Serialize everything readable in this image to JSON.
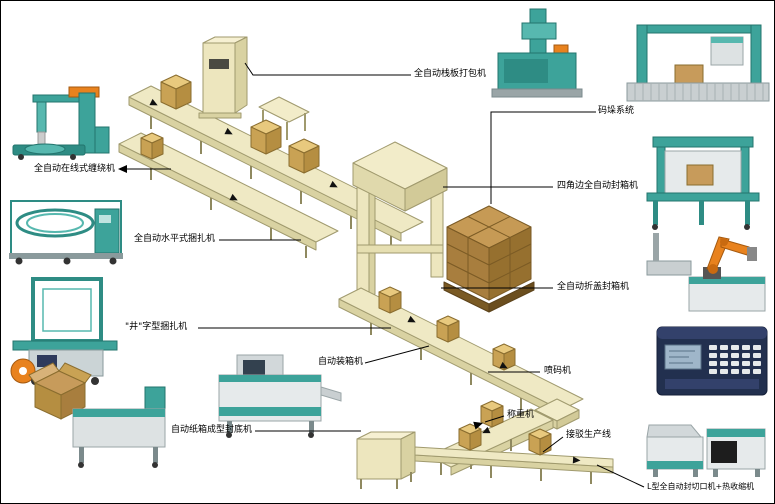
{
  "labels": {
    "inline_wrapper": "全自动在线式缠绕机",
    "horizontal_strapper": "全自动水平式捆扎机",
    "well_type_strapper": "\"井\"字型捆扎机",
    "auto_case_packer": "自动装箱机",
    "carton_former_sealer": "自动纸箱成型封底机",
    "pallet_strapping": "全自动栈板打包机",
    "palletizing_system": "码垛系统",
    "four_corner_sealer": "四角边全自动封箱机",
    "flap_fold_sealer": "全自动折盖封箱机",
    "inkjet_printer": "喷码机",
    "weighing_machine": "称重机",
    "connecting_line": "接驳生产线",
    "l_type_sealer_shrink": "L型全自动封切口机+热收缩机"
  },
  "colors": {
    "machine_teal": "#3DA39A",
    "machine_teal_dark": "#2E8C84",
    "machine_teal_light": "#57B8AF",
    "accent_orange": "#E8821E",
    "conveyor_beige": "#EFE9C4",
    "conveyor_beige_dark": "#D9D2A2",
    "box_brown": "#C79B5B",
    "box_brown_dark": "#A87E3E",
    "callout_line": "#000000",
    "background": "#FFFFFF"
  }
}
